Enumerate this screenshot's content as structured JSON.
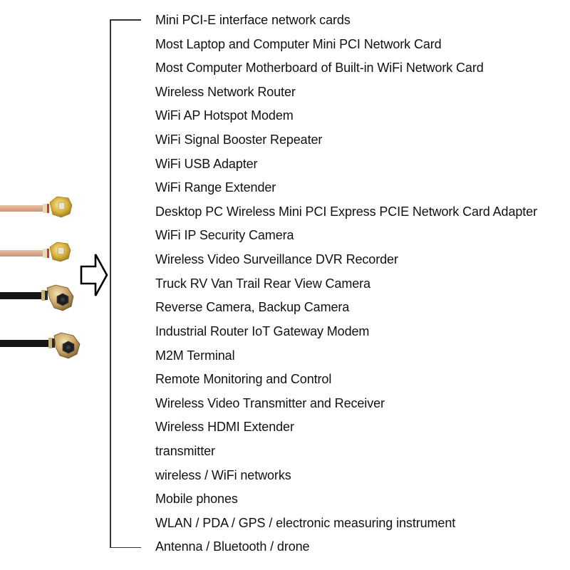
{
  "illustration": {
    "cables": [
      {
        "type": "ipex-u.fl-connector",
        "cable_color": "tan-braided",
        "connector_color": "#c9a43a"
      },
      {
        "type": "ipex-u.fl-connector",
        "cable_color": "tan-braided",
        "connector_color": "#c9a43a"
      },
      {
        "type": "ipex-mhf4-connector",
        "cable_color": "black",
        "connector_color": "#b8965a"
      },
      {
        "type": "ipex-mhf4-connector",
        "cable_color": "black",
        "connector_color": "#b8965a"
      }
    ],
    "arrow_icon": "right-arrow-outline"
  },
  "applications": [
    "Mini PCI-E interface network cards",
    "Most Laptop and Computer Mini PCI Network Card",
    "Most Computer Motherboard of Built-in WiFi Network Card",
    "Wireless Network Router",
    "WiFi AP Hotspot Modem",
    "WiFi Signal Booster Repeater",
    "WiFi USB Adapter",
    "WiFi Range Extender",
    "Desktop PC Wireless Mini PCI Express PCIE Network Card Adapter",
    "WiFi IP Security Camera",
    "Wireless Video Surveillance DVR Recorder",
    "Truck RV Van Trail Rear View Camera",
    "Reverse Camera, Backup Camera",
    "Industrial Router IoT Gateway Modem",
    "M2M Terminal",
    "Remote Monitoring and Control",
    "Wireless Video Transmitter and Receiver",
    "Wireless HDMI Extender",
    "transmitter",
    "wireless / WiFi networks",
    "Mobile phones",
    "WLAN / PDA / GPS / electronic measuring instrument",
    "Antenna / Bluetooth / drone"
  ]
}
